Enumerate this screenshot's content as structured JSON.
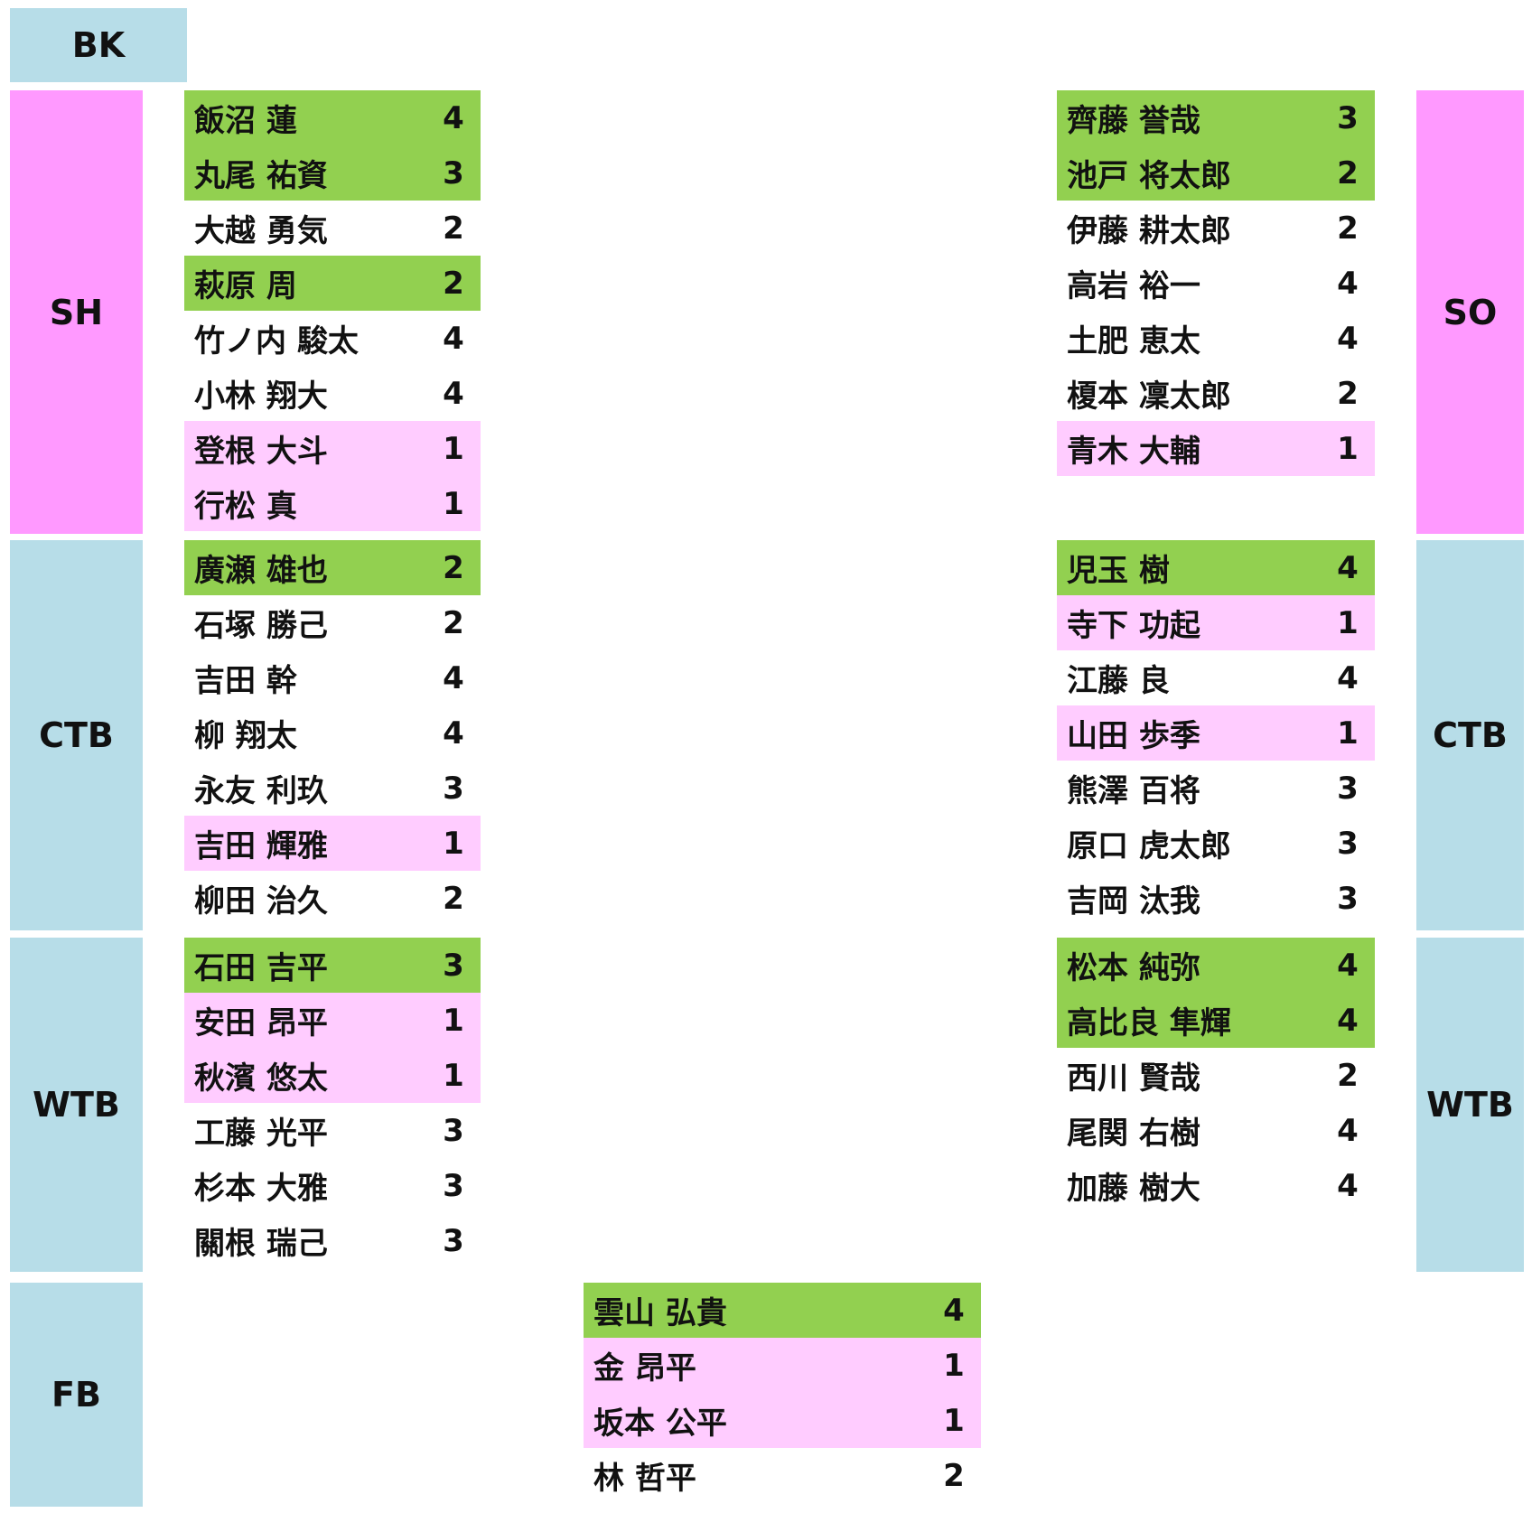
{
  "labels": {
    "bk": "BK",
    "sh": "SH",
    "so": "SO",
    "ctb_left": "CTB",
    "ctb_right": "CTB",
    "wtb_left": "WTB",
    "wtb_right": "WTB",
    "fb": "FB"
  },
  "colors": {
    "label_blue": "#b7dde8",
    "label_pink": "#ff99ff",
    "row_green": "#92d050",
    "row_pink": "#ffccff"
  },
  "groups": {
    "sh": [
      {
        "name": "飯沼 蓮",
        "num": "4",
        "hl": "green"
      },
      {
        "name": "丸尾 祐資",
        "num": "3",
        "hl": "green"
      },
      {
        "name": "大越 勇気",
        "num": "2",
        "hl": ""
      },
      {
        "name": "萩原 周",
        "num": "2",
        "hl": "green"
      },
      {
        "name": "竹ノ内 駿太",
        "num": "4",
        "hl": ""
      },
      {
        "name": "小林 翔大",
        "num": "4",
        "hl": ""
      },
      {
        "name": "登根 大斗",
        "num": "1",
        "hl": "pink"
      },
      {
        "name": "行松 真",
        "num": "1",
        "hl": "pink"
      }
    ],
    "so": [
      {
        "name": "齊藤 誉哉",
        "num": "3",
        "hl": "green"
      },
      {
        "name": "池戸 将太郎",
        "num": "2",
        "hl": "green"
      },
      {
        "name": "伊藤 耕太郎",
        "num": "2",
        "hl": ""
      },
      {
        "name": "高岩 裕一",
        "num": "4",
        "hl": ""
      },
      {
        "name": "土肥 恵太",
        "num": "4",
        "hl": ""
      },
      {
        "name": "榎本 凜太郎",
        "num": "2",
        "hl": ""
      },
      {
        "name": "青木 大輔",
        "num": "1",
        "hl": "pink"
      }
    ],
    "ctb_left": [
      {
        "name": "廣瀬 雄也",
        "num": "2",
        "hl": "green"
      },
      {
        "name": "石塚 勝己",
        "num": "2",
        "hl": ""
      },
      {
        "name": "吉田 幹",
        "num": "4",
        "hl": ""
      },
      {
        "name": "柳 翔太",
        "num": "4",
        "hl": ""
      },
      {
        "name": "永友 利玖",
        "num": "3",
        "hl": ""
      },
      {
        "name": "吉田 輝雅",
        "num": "1",
        "hl": "pink"
      },
      {
        "name": "柳田 治久",
        "num": "2",
        "hl": ""
      }
    ],
    "ctb_right": [
      {
        "name": "児玉 樹",
        "num": "4",
        "hl": "green"
      },
      {
        "name": "寺下 功起",
        "num": "1",
        "hl": "pink"
      },
      {
        "name": "江藤 良",
        "num": "4",
        "hl": ""
      },
      {
        "name": "山田 歩季",
        "num": "1",
        "hl": "pink"
      },
      {
        "name": "熊澤 百将",
        "num": "3",
        "hl": ""
      },
      {
        "name": "原口 虎太郎",
        "num": "3",
        "hl": ""
      },
      {
        "name": "吉岡 汰我",
        "num": "3",
        "hl": ""
      }
    ],
    "wtb_left": [
      {
        "name": "石田 吉平",
        "num": "3",
        "hl": "green"
      },
      {
        "name": "安田 昂平",
        "num": "1",
        "hl": "pink"
      },
      {
        "name": "秋濱 悠太",
        "num": "1",
        "hl": "pink"
      },
      {
        "name": "工藤 光平",
        "num": "3",
        "hl": ""
      },
      {
        "name": "杉本 大雅",
        "num": "3",
        "hl": ""
      },
      {
        "name": "關根 瑞己",
        "num": "3",
        "hl": ""
      }
    ],
    "wtb_right": [
      {
        "name": "松本 純弥",
        "num": "4",
        "hl": "green"
      },
      {
        "name": "高比良 隼輝",
        "num": "4",
        "hl": "green"
      },
      {
        "name": "西川 賢哉",
        "num": "2",
        "hl": ""
      },
      {
        "name": "尾関 右樹",
        "num": "4",
        "hl": ""
      },
      {
        "name": "加藤 樹大",
        "num": "4",
        "hl": ""
      }
    ],
    "fb": [
      {
        "name": "雲山 弘貴",
        "num": "4",
        "hl": "green"
      },
      {
        "name": "金 昂平",
        "num": "1",
        "hl": "pink"
      },
      {
        "name": "坂本 公平",
        "num": "1",
        "hl": "pink"
      },
      {
        "name": "林 哲平",
        "num": "2",
        "hl": ""
      }
    ]
  }
}
